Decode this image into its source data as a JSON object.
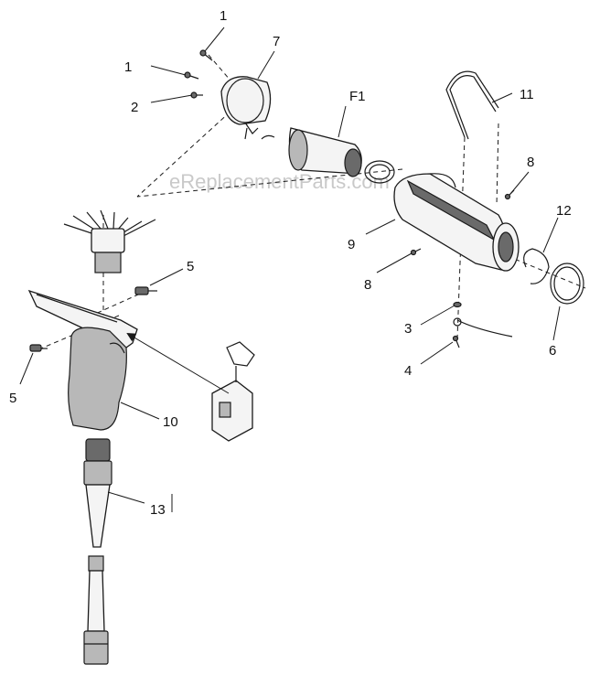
{
  "watermark": "eReplacementParts.com",
  "callouts": {
    "c1a": "1",
    "c1b": "1",
    "c2": "2",
    "c3": "3",
    "c4": "4",
    "c5a": "5",
    "c5b": "5",
    "c6": "6",
    "c7": "7",
    "c8a": "8",
    "c8b": "8",
    "c9": "9",
    "c10": "10",
    "c11": "11",
    "c12": "12",
    "c13": "13",
    "cF1": "F1"
  }
}
